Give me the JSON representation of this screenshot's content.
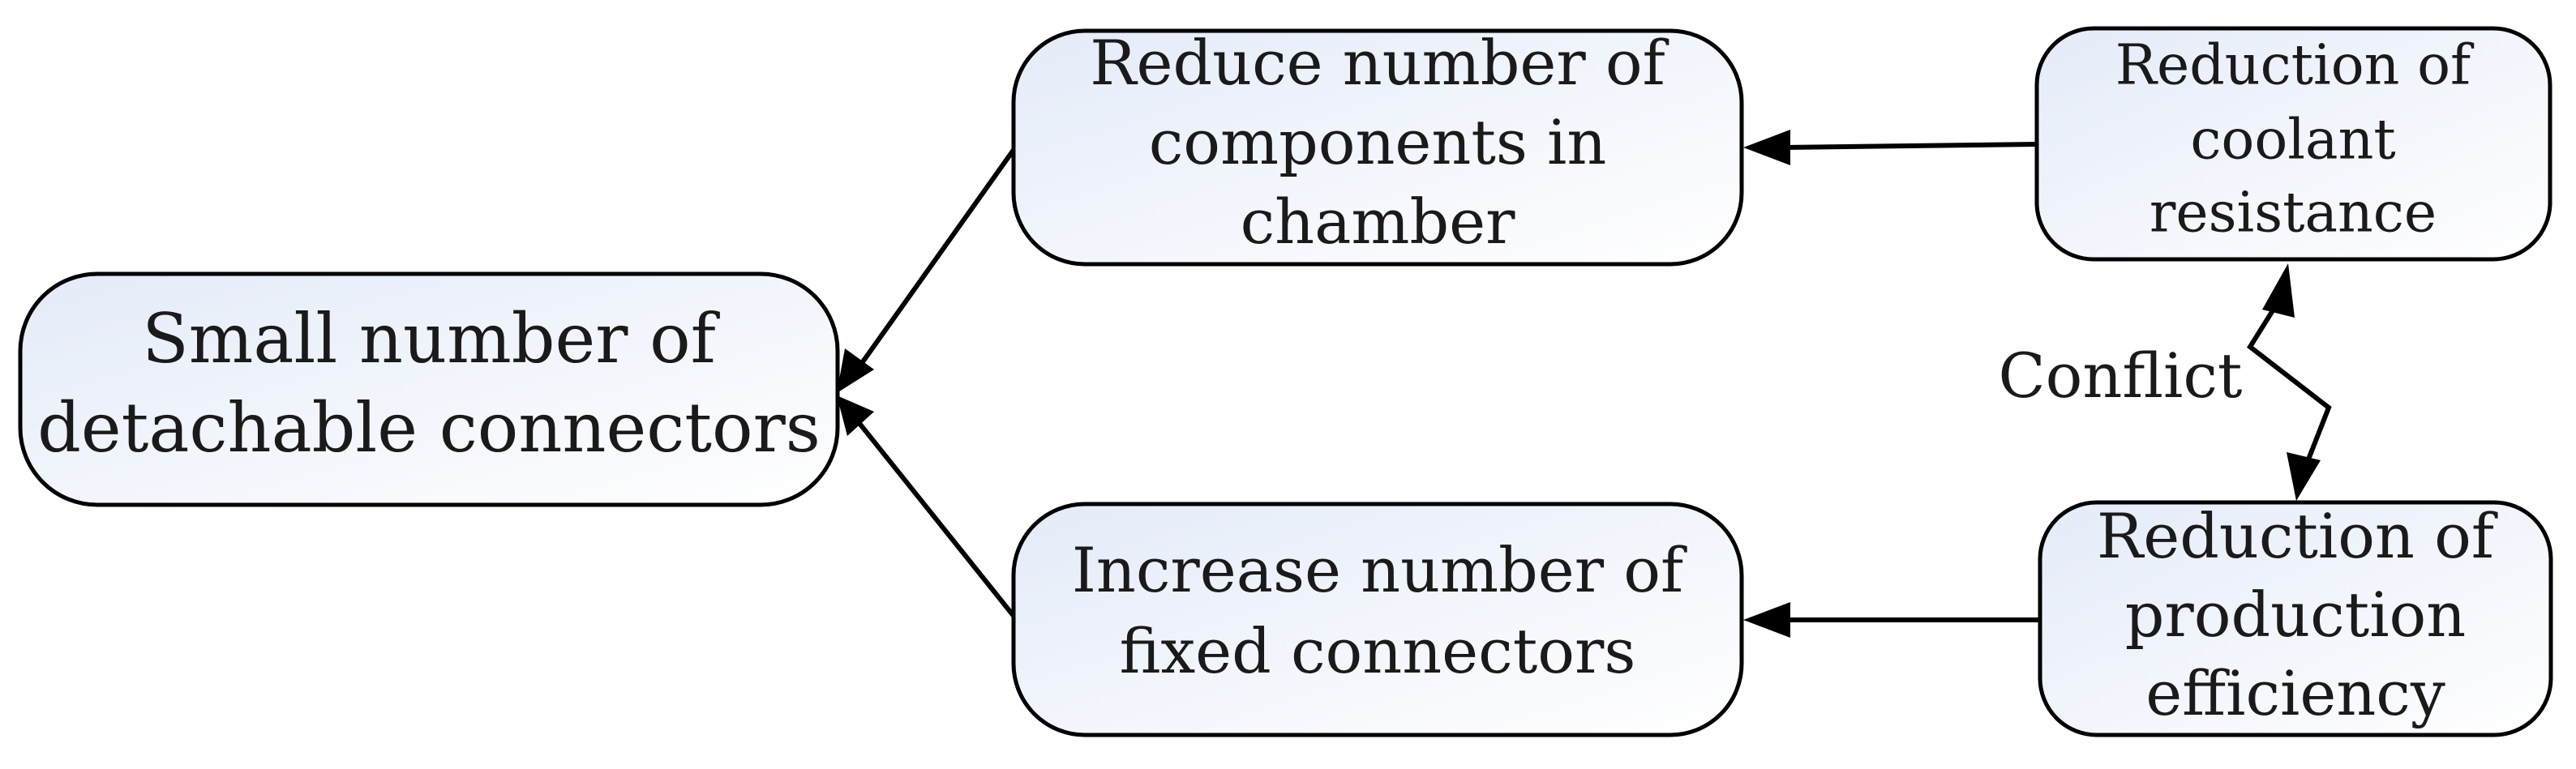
{
  "nodes": {
    "small_detachable": {
      "lines": [
        "Small number of",
        "detachable connectors"
      ]
    },
    "reduce_components": {
      "lines": [
        "Reduce number of",
        "components in",
        "chamber"
      ]
    },
    "increase_fixed": {
      "lines": [
        "Increase number of",
        "fixed connectors"
      ]
    },
    "coolant_resistance": {
      "lines": [
        "Reduction of",
        "coolant",
        "resistance"
      ]
    },
    "production_efficiency": {
      "lines": [
        "Reduction of",
        "production",
        "efficiency"
      ]
    }
  },
  "edges": {
    "conflict_label": "Conflict"
  },
  "colors": {
    "box_gradient_start": "#e4ebf8",
    "box_gradient_end": "#ffffff",
    "line": "#000000",
    "text": "#1a1a1a"
  }
}
